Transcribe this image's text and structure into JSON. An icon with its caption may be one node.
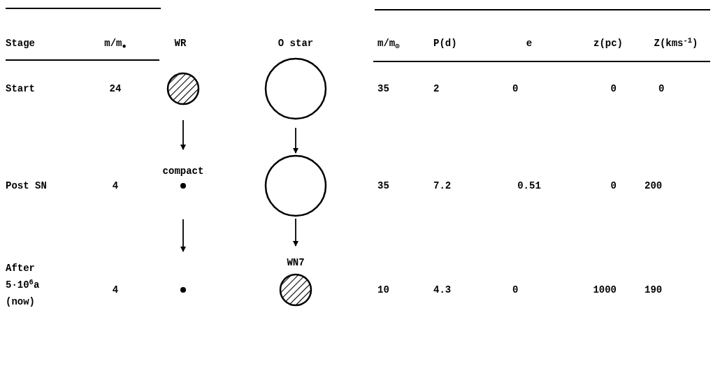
{
  "diagram": {
    "nodes": [
      {
        "text": [],
        "shape": "circle"
      },
      {
        "text": [],
        "shape": "circle"
      },
      {
        "text": [
          "compact"
        ]
      },
      {
        "text": [],
        "shape": "circle"
      },
      {
        "text": [],
        "shape": "dot"
      },
      {
        "text": [
          "WN7"
        ]
      }
    ],
    "edges": [
      {
        "from": 0,
        "to": 2,
        "arrow": "to"
      },
      {
        "from": 1,
        "to": 3,
        "arrow": "to"
      },
      {
        "from": 2,
        "to": 4,
        "arrow": "to"
      },
      {
        "from": 3,
        "to": 5,
        "arrow": "to"
      }
    ],
    "labels": [
      "Stage",
      "m/m$_{●}$",
      "WR",
      "O star",
      "m/m$_{⊙}$",
      "P(d)",
      "e",
      "z(pc)",
      "Z(kms$^{-1}$)",
      "Start",
      "24",
      "35",
      "2",
      "0",
      "0",
      "0",
      "Post SN",
      "4",
      "35",
      "7.2",
      "0.51",
      "0",
      "200",
      "After 5·10$^{6}$a (now)",
      "4",
      "10",
      "4.3",
      "0",
      "1000",
      "190"
    ]
  }
}
